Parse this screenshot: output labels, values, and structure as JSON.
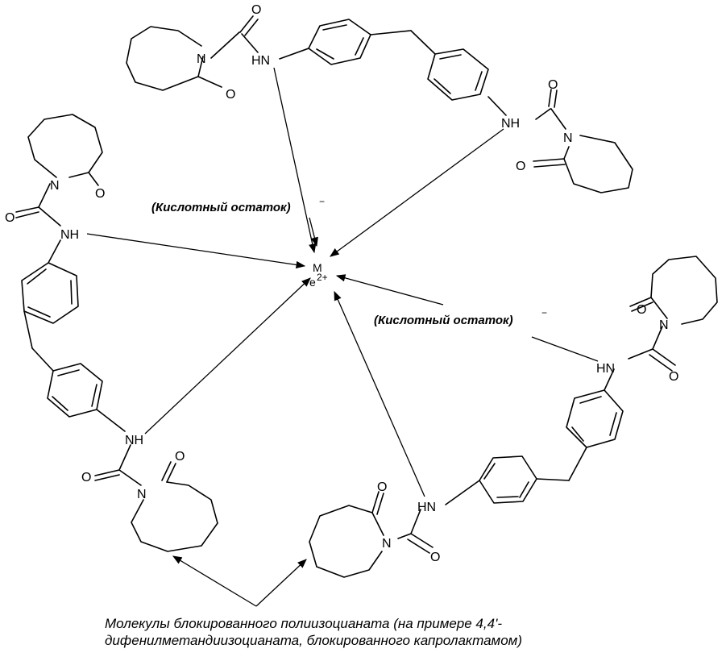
{
  "labels": {
    "acid_residue_top": "(Кислотный остаток)",
    "acid_residue_right": "(Кислотный остаток)",
    "acid_charge": "−",
    "metal_symbol": "M",
    "metal_charge": "e",
    "metal_charge_sup": "2+",
    "caption_line1": "Молекулы блокированного полиизоцианата  (на примере 4,4'-",
    "caption_line2": "дифенилметандиизоцианата, блокированного капролактамом)"
  },
  "atoms": {
    "nh": "NH",
    "hn": "HN",
    "n": "N",
    "o": "O"
  },
  "colors": {
    "ink": "#000000",
    "background": "#ffffff"
  }
}
